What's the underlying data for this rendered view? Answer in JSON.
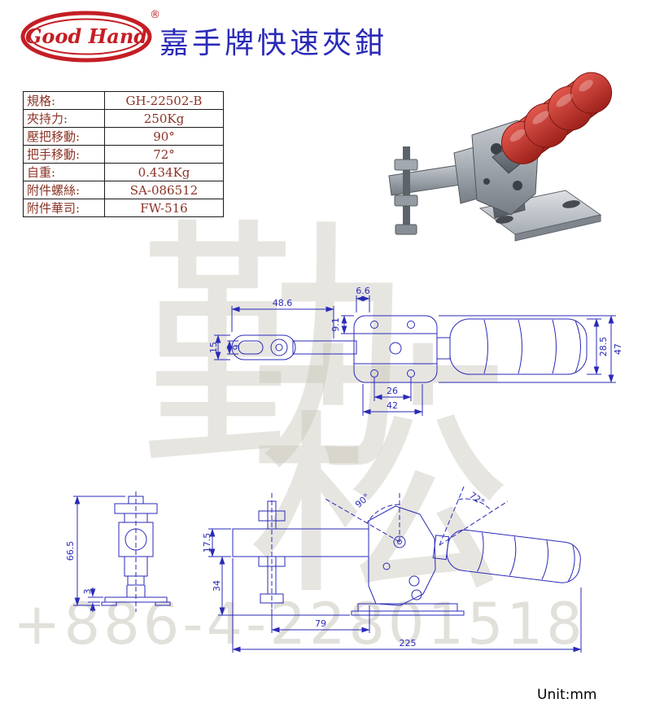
{
  "page": {
    "title": "嘉手牌快速夾鉗",
    "unit_label": "Unit:mm"
  },
  "logo": {
    "brand": "Good Hand",
    "registered": "®"
  },
  "watermark": {
    "char1": "勤",
    "char2": "菘",
    "phone": "+886-4-22801518"
  },
  "spec_table": {
    "rows": [
      {
        "label": "規格:",
        "value": "GH-22502-B"
      },
      {
        "label": "夾持力:",
        "value": "250Kg"
      },
      {
        "label": "壓把移動:",
        "value": "90°"
      },
      {
        "label": "把手移動:",
        "value": "72°"
      },
      {
        "label": "自重:",
        "value": "0.434Kg"
      },
      {
        "label": "附件螺絲:",
        "value": "SA-086512"
      },
      {
        "label": "附件華司:",
        "value": "FW-516"
      }
    ]
  },
  "drawings": {
    "top_view": {
      "arm_length": "48.6",
      "mount_offset": "6.6",
      "rise": "9.1",
      "fork_width": "15",
      "slot_width": "9",
      "grip_dia": "28.5",
      "overall_width": "47",
      "hole_spacing": "26",
      "plate_width": "42"
    },
    "front_view": {
      "overall_height": "66.5",
      "base_thickness": "3"
    },
    "side_view": {
      "arm_height": "17.5",
      "body_drop": "34",
      "base_length": "79",
      "overall_length": "225",
      "press_angle": "90°",
      "handle_angle": "72°"
    }
  },
  "colors": {
    "accent_blue": "#2a2ab8",
    "brand_red": "#c41e24",
    "table_text": "#8a3325"
  }
}
